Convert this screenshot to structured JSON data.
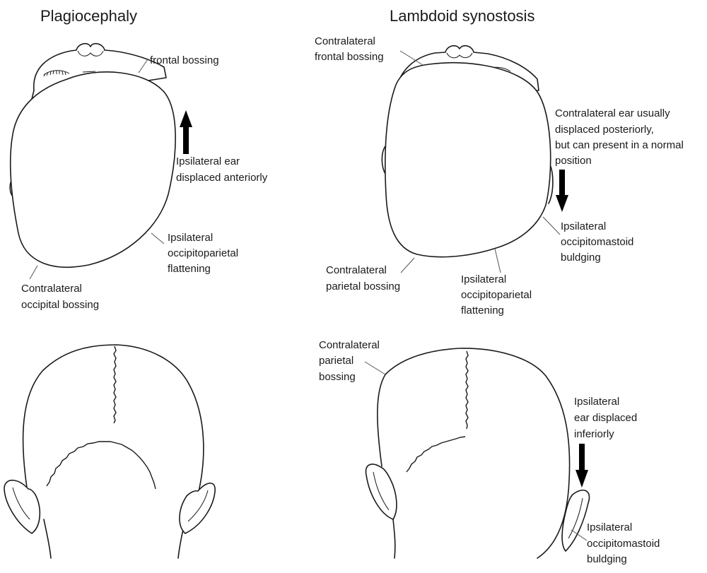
{
  "titles": {
    "left": "Plagiocephaly",
    "right": "Lambdoid synostosis"
  },
  "labels": {
    "plag_frontal": [
      "frontal bossing"
    ],
    "plag_ear": [
      "Ipsilateral ear",
      "displaced anteriorly"
    ],
    "plag_flat": [
      "Ipsilateral",
      "occipitoparietal",
      "flattening"
    ],
    "plag_occ": [
      "Contralateral",
      "occipital bossing"
    ],
    "lamb_frontal": [
      "Contralateral",
      "frontal bossing"
    ],
    "lamb_ear": [
      "Contralateral ear usually",
      "displaced posteriorly,",
      "but can present in a normal",
      "position"
    ],
    "lamb_mastoid_top": [
      "Ipsilateral",
      "occipitomastoid",
      "buldging"
    ],
    "lamb_parietal": [
      "Contralateral",
      "parietal bossing"
    ],
    "lamb_flat": [
      "Ipsilateral",
      "occipitoparietal",
      "flattening"
    ],
    "lamb_parietal_back": [
      "Contralateral",
      "parietal",
      "bossing"
    ],
    "lamb_ear_back": [
      "Ipsilateral",
      "ear displaced",
      "inferiorly"
    ],
    "lamb_mastoid_back": [
      "Ipsilateral",
      "occipitomastoid",
      "buldging"
    ]
  },
  "arrows": {
    "plag_ear": "up",
    "lamb_ear_top": "down",
    "lamb_ear_back": "down"
  }
}
